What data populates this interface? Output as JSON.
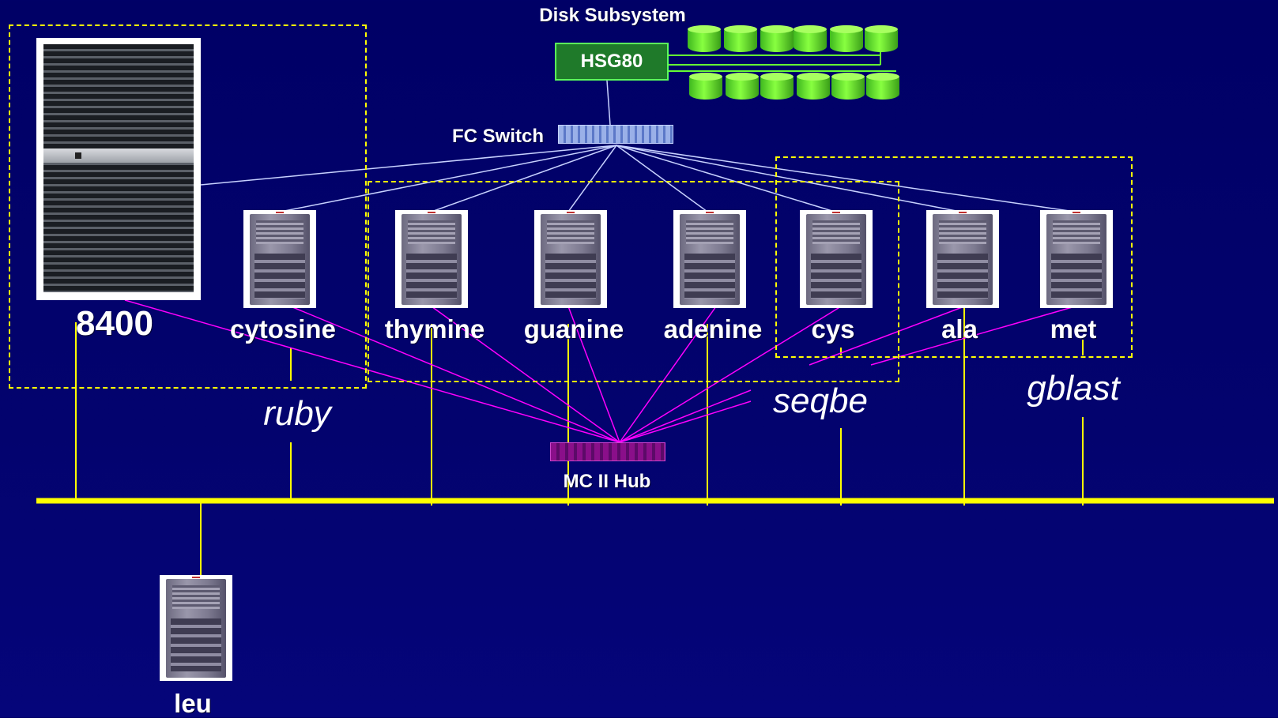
{
  "labels": {
    "disk_subsystem": "Disk Subsystem",
    "hsg80": "HSG80",
    "fc_switch": "FC Switch",
    "mc_hub": "MC II Hub"
  },
  "big_server": {
    "label": "8400"
  },
  "servers": [
    {
      "id": "cytosine",
      "label": "cytosine"
    },
    {
      "id": "thymine",
      "label": "thymine"
    },
    {
      "id": "guanine",
      "label": "guanine"
    },
    {
      "id": "adenine",
      "label": "adenine"
    },
    {
      "id": "cys",
      "label": "cys"
    },
    {
      "id": "ala",
      "label": "ala"
    },
    {
      "id": "met",
      "label": "met"
    }
  ],
  "bottom_server": {
    "label": "leu"
  },
  "clusters": {
    "ruby": "ruby",
    "seqbe": "seqbe",
    "gblast": "gblast"
  },
  "colors": {
    "background": "#000066",
    "network_bus": "#ffff00",
    "fc_links": "#c8d2ff",
    "mc_links": "#ff00ff",
    "disk_green": "#66ff33"
  },
  "icons": {
    "server": "tower-server-icon",
    "big_server": "rack-server-icon",
    "disk": "disk-cylinder-icon",
    "switch": "network-switch-icon",
    "hub": "network-hub-icon"
  }
}
